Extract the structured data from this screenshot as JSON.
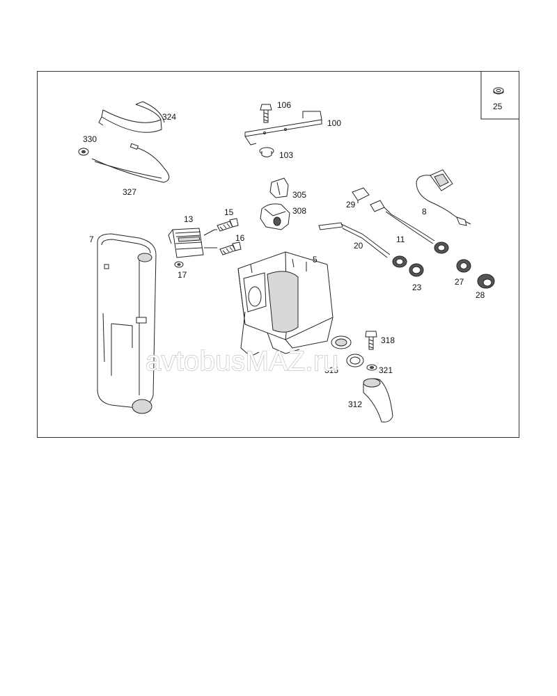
{
  "watermark": "avtobusMAZ.ru",
  "inset": {
    "part_number": "25"
  },
  "callouts": [
    "324",
    "330",
    "327",
    "106",
    "100",
    "103",
    "305",
    "308",
    "29",
    "8",
    "13",
    "15",
    "16",
    "17",
    "7",
    "20",
    "11",
    "5",
    "23",
    "27",
    "28",
    "318",
    "315",
    "321",
    "312"
  ]
}
